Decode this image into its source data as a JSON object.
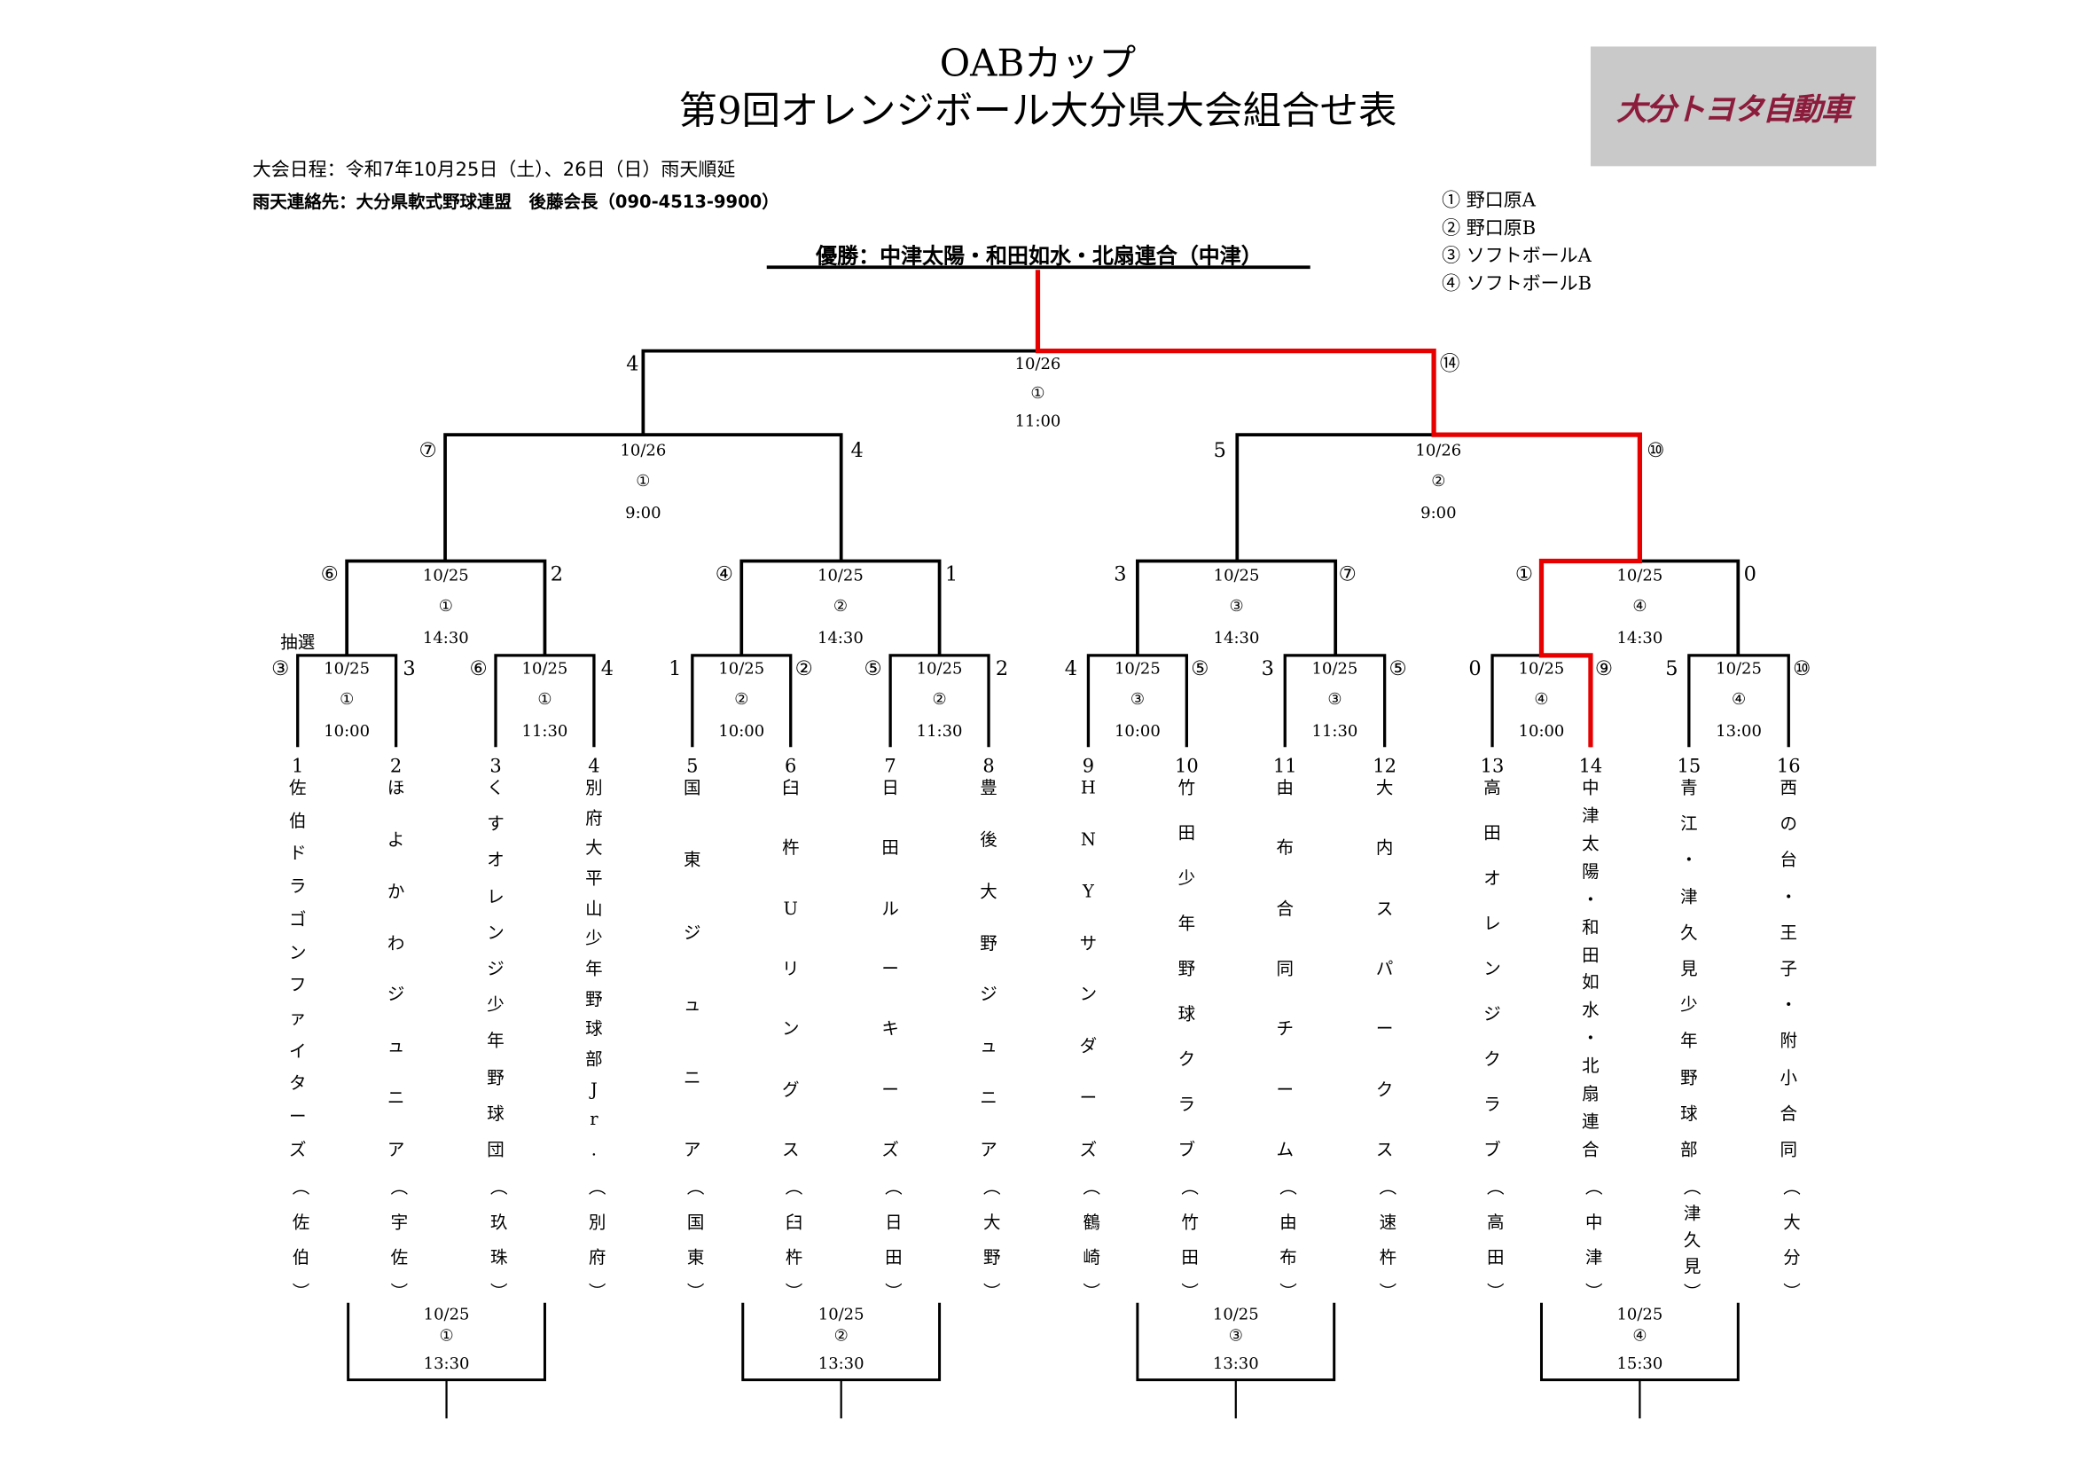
{
  "header": {
    "title_line1": "OABカップ",
    "title_line2": "第9回オレンジボール大分県大会組合せ表",
    "schedule": "大会日程：令和7年10月25日（土）、26日（日）雨天順延",
    "rain_contact": "雨天連絡先：大分県軟式野球連盟　後藤会長（090-4513-9900）",
    "sponsor_logo": "大分トヨタ自動車"
  },
  "venues": [
    {
      "mark": "①",
      "name": "野口原A"
    },
    {
      "mark": "②",
      "name": "野口原B"
    },
    {
      "mark": "③",
      "name": "ソフトボールA"
    },
    {
      "mark": "④",
      "name": "ソフトボールB"
    }
  ],
  "champion": "優勝：中津太陽・和田如水・北扇連合（中津）",
  "colors": {
    "winner_path": "#e60000",
    "line": "#000000",
    "logo_bg": "#c9c9c9",
    "logo_text": "#8c1c3c"
  },
  "final": {
    "date": "10/26",
    "venue": "①",
    "time": "11:00",
    "left_score": "4",
    "right_score": "⑭"
  },
  "semifinals": [
    {
      "date": "10/26",
      "venue": "①",
      "time": "9:00",
      "left_score": "⑦",
      "right_score": "4"
    },
    {
      "date": "10/26",
      "venue": "②",
      "time": "9:00",
      "left_score": "5",
      "right_score": "⑩"
    }
  ],
  "quarterfinals": [
    {
      "date": "10/25",
      "venue": "①",
      "time": "14:30",
      "left_score": "⑥",
      "right_score": "2"
    },
    {
      "date": "10/25",
      "venue": "②",
      "time": "14:30",
      "left_score": "④",
      "right_score": "1"
    },
    {
      "date": "10/25",
      "venue": "③",
      "time": "14:30",
      "left_score": "3",
      "right_score": "⑦"
    },
    {
      "date": "10/25",
      "venue": "④",
      "time": "14:30",
      "left_score": "①",
      "right_score": "0"
    }
  ],
  "round1": [
    {
      "date": "10/25",
      "venue": "①",
      "time": "10:00",
      "left_score": "③",
      "right_score": "3",
      "note": "抽選"
    },
    {
      "date": "10/25",
      "venue": "①",
      "time": "11:30",
      "left_score": "⑥",
      "right_score": "4"
    },
    {
      "date": "10/25",
      "venue": "②",
      "time": "10:00",
      "left_score": "1",
      "right_score": "②"
    },
    {
      "date": "10/25",
      "venue": "②",
      "time": "11:30",
      "left_score": "⑤",
      "right_score": "2"
    },
    {
      "date": "10/25",
      "venue": "③",
      "time": "10:00",
      "left_score": "4",
      "right_score": "⑤"
    },
    {
      "date": "10/25",
      "venue": "③",
      "time": "11:30",
      "left_score": "3",
      "right_score": "⑤"
    },
    {
      "date": "10/25",
      "venue": "④",
      "time": "10:00",
      "left_score": "0",
      "right_score": "⑨"
    },
    {
      "date": "10/25",
      "venue": "④",
      "time": "13:00",
      "left_score": "5",
      "right_score": "⑩"
    }
  ],
  "consolation": [
    {
      "date": "10/25",
      "venue": "①",
      "time": "13:30"
    },
    {
      "date": "10/25",
      "venue": "②",
      "time": "13:30"
    },
    {
      "date": "10/25",
      "venue": "③",
      "time": "13:30"
    },
    {
      "date": "10/25",
      "venue": "④",
      "time": "15:30"
    }
  ],
  "teams": [
    {
      "no": "1",
      "name": "佐伯ドラゴンファイターズ",
      "region": "︵佐伯︶"
    },
    {
      "no": "2",
      "name": "ほよかわジュニア",
      "region": "︵宇佐︶"
    },
    {
      "no": "3",
      "name": "くすオレンジ少年野球団",
      "region": "︵玖珠︶"
    },
    {
      "no": "4",
      "name": "別府大平山少年野球部Jr.",
      "region": "︵別府︶"
    },
    {
      "no": "5",
      "name": "国東ジュニア",
      "region": "︵国東︶"
    },
    {
      "no": "6",
      "name": "臼杵Uリングス",
      "region": "︵臼杵︶"
    },
    {
      "no": "7",
      "name": "日田ルーキーズ",
      "region": "︵日田︶"
    },
    {
      "no": "8",
      "name": "豊後大野ジュニア",
      "region": "︵大野︶"
    },
    {
      "no": "9",
      "name": "HNYサンダーズ",
      "region": "︵鶴崎︶"
    },
    {
      "no": "10",
      "name": "竹田少年野球クラブ",
      "region": "︵竹田︶"
    },
    {
      "no": "11",
      "name": "由布合同チーム",
      "region": "︵由布︶"
    },
    {
      "no": "12",
      "name": "大内スパークス",
      "region": "︵速杵︶"
    },
    {
      "no": "13",
      "name": "高田オレンジクラブ",
      "region": "︵高田︶"
    },
    {
      "no": "14",
      "name": "中津太陽・和田如水・北扇連合",
      "region": "︵中津︶"
    },
    {
      "no": "15",
      "name": "青江・津久見少年野球部",
      "region": "︵津久見︶"
    },
    {
      "no": "16",
      "name": "西の台・王子・附小合同",
      "region": "︵大分︶"
    }
  ]
}
